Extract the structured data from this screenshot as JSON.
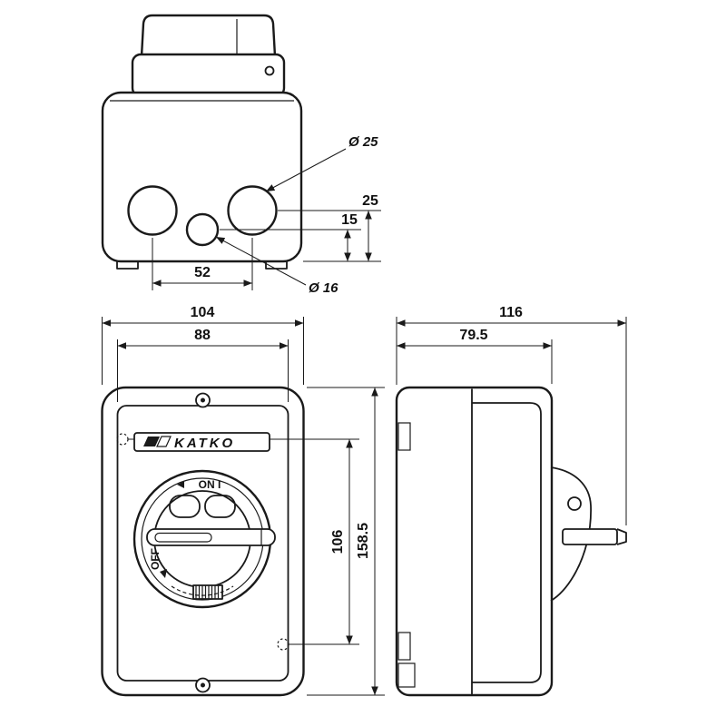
{
  "page": {
    "background": "#ffffff",
    "line_color": "#1a1a1a"
  },
  "views": {
    "top": {
      "dims": {
        "large_hole_dia": "Ø 25",
        "small_hole_dia": "Ø 16",
        "hole_pitch": "52",
        "small_hole_offset": "15",
        "large_hole_offset": "25"
      }
    },
    "front": {
      "brand": "KATKO",
      "on_label": "ON I",
      "off_label": "OFF",
      "dims": {
        "overall_width": "104",
        "lid_width": "88",
        "fixing_hole_pitch": "106",
        "overall_height": "158.5"
      }
    },
    "side": {
      "dims": {
        "overall_depth": "116",
        "body_depth": "79.5"
      }
    }
  }
}
